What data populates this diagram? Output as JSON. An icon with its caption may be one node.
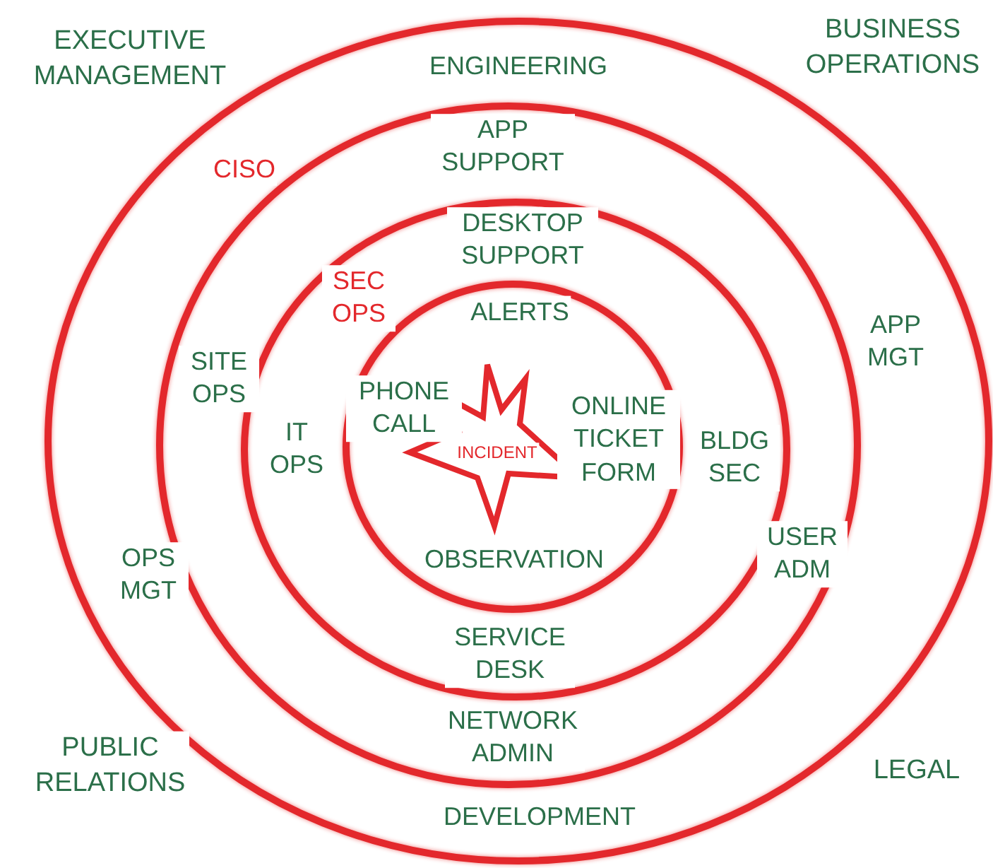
{
  "diagram": {
    "nodes": [
      {
        "text": [
          "ENGINEERING",
          "CISO",
          "APP MGT",
          "OPS MGT",
          "DEVELOPMENT"
        ]
      },
      {
        "text": [
          "APP SUPPORT",
          "SITE OPS",
          "USER ADM",
          "NETWORK ADMIN"
        ],
        "in": 0
      },
      {
        "text": [
          "DESKTOP SUPPORT",
          "SEC OPS",
          "IT OPS",
          "BLDG SEC",
          "SERVICE DESK"
        ],
        "in": 1
      },
      {
        "text": [
          "ALERTS",
          "PHONE CALL",
          "ONLINE TICKET FORM",
          "OBSERVATION"
        ],
        "in": 2
      },
      {
        "text": [
          "INCIDENT"
        ],
        "in": 3
      }
    ],
    "edges": [],
    "labels": [
      "EXECUTIVE MANAGEMENT",
      "BUSINESS OPERATIONS",
      "PUBLIC RELATIONS",
      "LEGAL"
    ]
  }
}
